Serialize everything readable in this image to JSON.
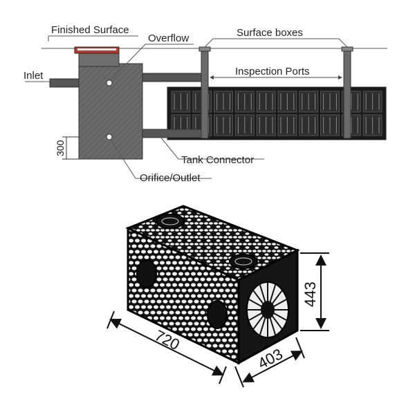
{
  "labels": {
    "finished_surface": "Finished Surface",
    "overflow": "Overflow",
    "surface_boxes": "Surface boxes",
    "inspection_ports": "Inspection Ports",
    "inlet": "Inlet",
    "tank_connector": "Tank Connector",
    "orifice_outlet": "Orifice/Outlet"
  },
  "dimensions": {
    "depth_300": "300",
    "length": "720",
    "width": "403",
    "height": "443"
  },
  "colors": {
    "chamber": "#666666",
    "chamber_dark": "#4a4a4a",
    "crate": "#1a1a1a",
    "crate_cell": "#3c3c3c",
    "lid": "#c0392b",
    "line": "#555555"
  }
}
